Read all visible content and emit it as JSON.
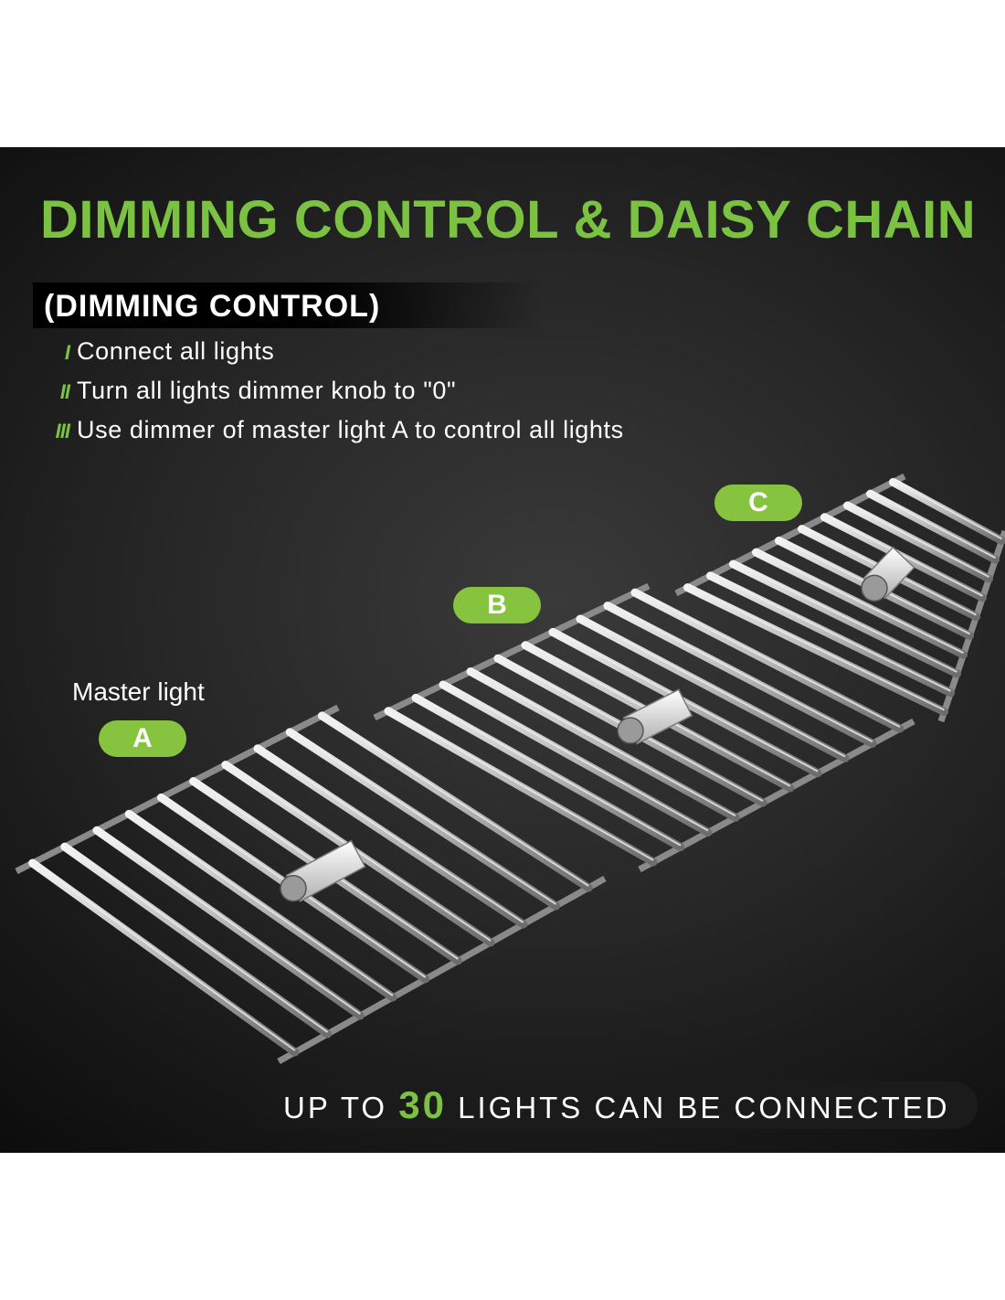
{
  "headline": "DIMMING CONTROL & DAISY CHAIN",
  "section_title": "(DIMMING CONTROL)",
  "steps": [
    {
      "mark": "I",
      "text": "Connect all lights"
    },
    {
      "mark": "II",
      "text": "Turn all lights dimmer knob to \"0\""
    },
    {
      "mark": "III",
      "text": "Use dimmer of master light A to control all lights"
    }
  ],
  "master_label": "Master light",
  "lights": [
    {
      "label": "A"
    },
    {
      "label": "B"
    },
    {
      "label": "C"
    }
  ],
  "bottom": {
    "prefix": "UP TO",
    "number": "30",
    "suffix": "LIGHTS CAN BE CONNECTED"
  },
  "colors": {
    "accent": "#7cc242",
    "pill": "#86c440",
    "background": "#1c1c1c",
    "text": "#ffffff"
  }
}
